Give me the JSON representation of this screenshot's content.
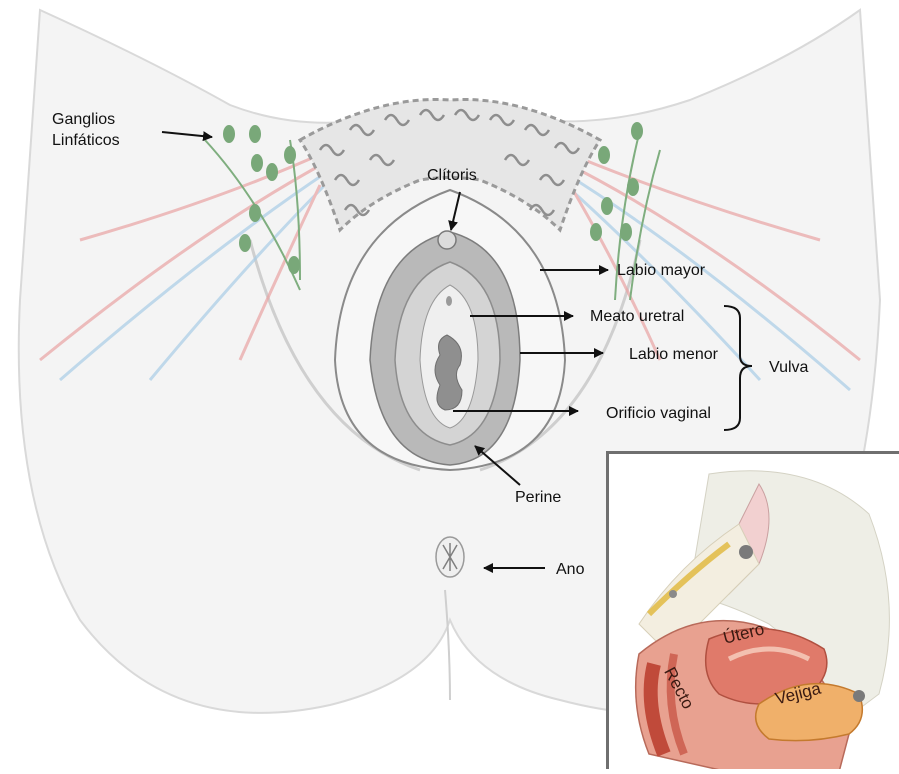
{
  "labels": {
    "ganglios_line1": "Ganglios",
    "ganglios_line2": "Linfáticos",
    "clitoris": "Clítoris",
    "labio_mayor": "Labio mayor",
    "meato_uretral": "Meato uretral",
    "labio_menor": "Labio menor",
    "vulva": "Vulva",
    "orificio_vaginal": "Orificio vaginal",
    "perine": "Perine",
    "ano": "Ano"
  },
  "inset": {
    "utero": "Útero",
    "recto": "Recto",
    "vejiga": "Vejiga"
  },
  "colors": {
    "skin": "#f3f3f3",
    "outline": "#777777",
    "vulva_outer": "#b9b9b9",
    "vulva_inner": "#d6d6d6",
    "vein_red": "#e9a3a3",
    "vein_blue": "#a9cde6",
    "lymph_node": "#79a879",
    "hair": "#8e8e8e",
    "inset_border": "#6f6f6f"
  }
}
